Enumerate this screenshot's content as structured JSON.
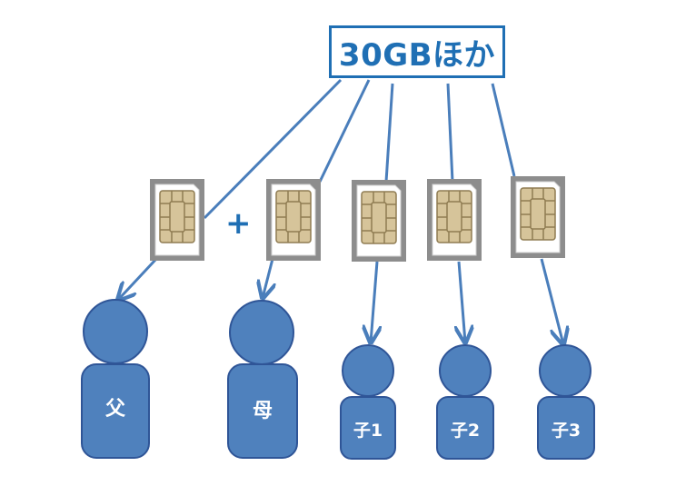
{
  "title": "30GBほか",
  "operator": "+",
  "people": [
    {
      "id": "father",
      "label": "父"
    },
    {
      "id": "mother",
      "label": "母"
    },
    {
      "id": "child1",
      "label": "子1"
    },
    {
      "id": "child2",
      "label": "子2"
    },
    {
      "id": "child3",
      "label": "子3"
    }
  ],
  "colors": {
    "accent": "#1f6fb4",
    "line": "#4a7ebb",
    "person_fill": "#4f81bd",
    "person_stroke": "#2f5597",
    "sim_bg": "#8d8d8d",
    "sim_card": "#ffffff",
    "sim_chip": "#d6c49a"
  }
}
